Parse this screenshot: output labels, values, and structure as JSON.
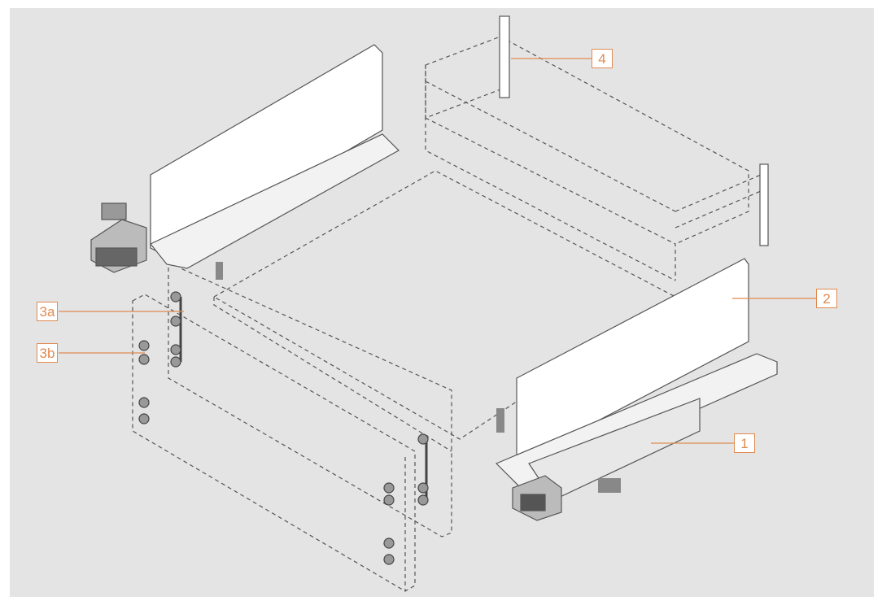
{
  "diagram": {
    "callouts": [
      {
        "id": "1",
        "label": "1"
      },
      {
        "id": "2",
        "label": "2"
      },
      {
        "id": "3a",
        "label": "3a"
      },
      {
        "id": "3b",
        "label": "3b"
      },
      {
        "id": "4",
        "label": "4"
      }
    ],
    "colors": {
      "background": "#e4e4e4",
      "accent": "#e08a50",
      "line": "#555555",
      "panel": "#ffffff"
    }
  }
}
